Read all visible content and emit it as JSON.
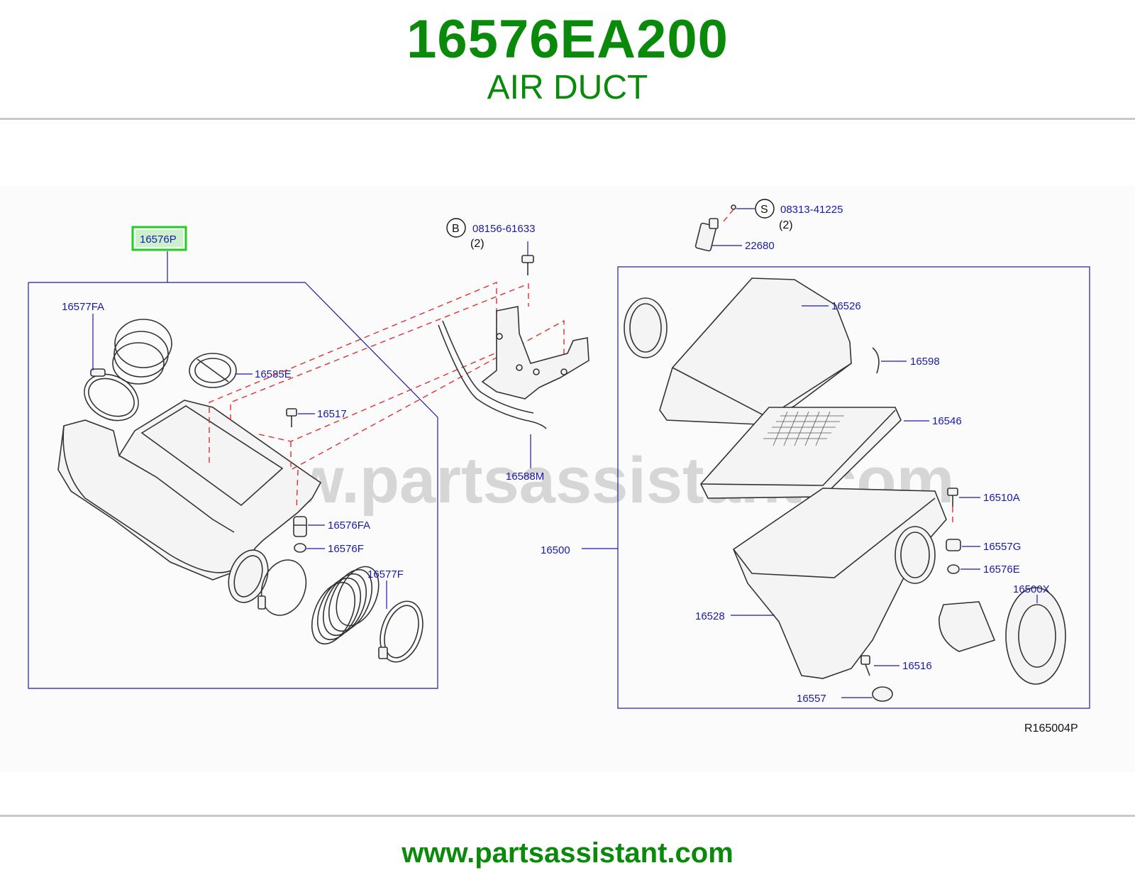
{
  "header": {
    "part_number": "16576EA200",
    "part_name": "AIR DUCT",
    "title_color": "#0a8a0a"
  },
  "diagram": {
    "watermark": "www.partsassistant.com",
    "reference_code": "R165004P",
    "highlight_color": "#22cc22",
    "labels": {
      "p16576P": "16576P",
      "p16577FA": "16577FA",
      "p16585E": "16585E",
      "p16517": "16517",
      "p16576FA": "16576FA",
      "p16576F": "16576F",
      "p16577F": "16577F",
      "p16588M": "16588M",
      "p08156": "08156-61633",
      "p08156_qty": "(2)",
      "p08156_sym": "B",
      "p08313": "08313-41225",
      "p08313_qty": "(2)",
      "p08313_sym": "S",
      "p22680": "22680",
      "p16526": "16526",
      "p16598": "16598",
      "p16546": "16546",
      "p16510A": "16510A",
      "p16500": "16500",
      "p16557G": "16557G",
      "p16576E": "16576E",
      "p16500X": "16500X",
      "p16528": "16528",
      "p16516": "16516",
      "p16557": "16557"
    }
  },
  "footer": {
    "url": "www.partsassistant.com"
  }
}
